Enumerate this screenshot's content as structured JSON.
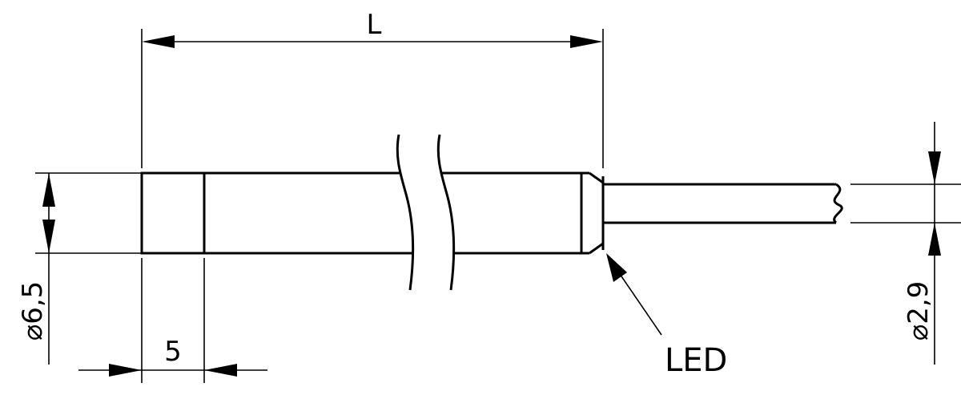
{
  "labels": {
    "length": "L",
    "body_diameter": "⌀6,5",
    "front_length": "5",
    "cable_diameter": "⌀2,9",
    "led": "LED"
  },
  "colors": {
    "line": "#000000",
    "background": "#ffffff"
  }
}
